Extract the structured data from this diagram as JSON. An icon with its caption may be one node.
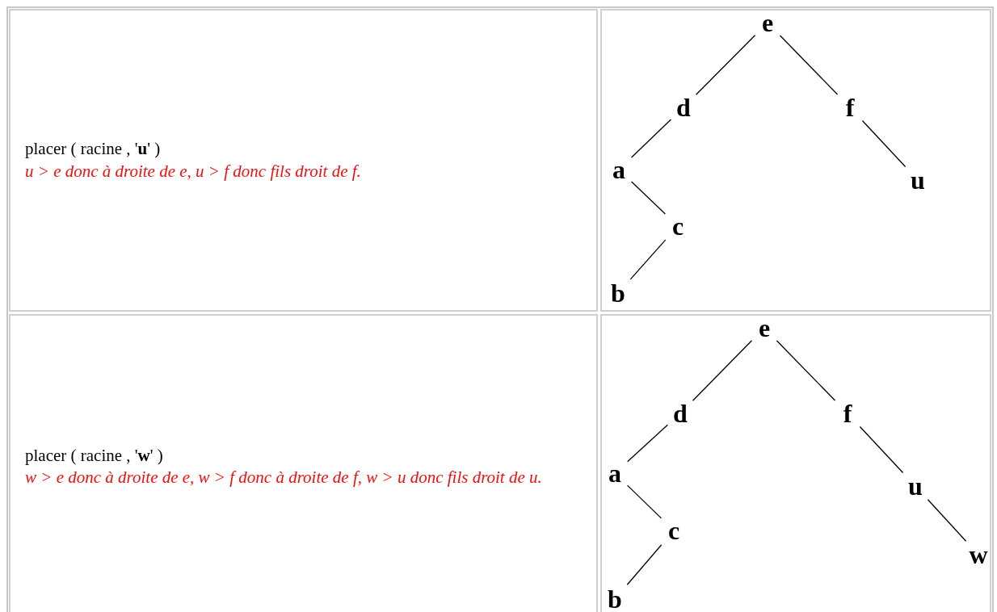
{
  "diagram": {
    "nodes": [
      {
        "text": [
          "e"
        ]
      },
      {
        "text": [
          "d"
        ]
      },
      {
        "text": [
          "f"
        ]
      },
      {
        "text": [
          "a"
        ]
      },
      {
        "text": [
          "u"
        ]
      },
      {
        "text": [
          "c"
        ]
      },
      {
        "text": [
          "b"
        ]
      },
      {
        "text": [
          "e"
        ]
      },
      {
        "text": [
          "d"
        ]
      },
      {
        "text": [
          "f"
        ]
      },
      {
        "text": [
          "a"
        ]
      },
      {
        "text": [
          "u"
        ]
      },
      {
        "text": [
          "c"
        ]
      },
      {
        "text": [
          "w"
        ]
      },
      {
        "text": [
          "b"
        ]
      }
    ],
    "edges": [
      {
        "from": 0,
        "to": 1,
        "arrow": "none"
      },
      {
        "from": 0,
        "to": 2,
        "arrow": "none"
      },
      {
        "from": 1,
        "to": 3,
        "arrow": "none"
      },
      {
        "from": 2,
        "to": 4,
        "arrow": "none"
      },
      {
        "from": 3,
        "to": 5,
        "arrow": "none"
      },
      {
        "from": 5,
        "to": 6,
        "arrow": "none"
      },
      {
        "from": 7,
        "to": 8,
        "arrow": "none"
      },
      {
        "from": 7,
        "to": 9,
        "arrow": "none"
      },
      {
        "from": 8,
        "to": 10,
        "arrow": "none"
      },
      {
        "from": 9,
        "to": 11,
        "arrow": "none"
      },
      {
        "from": 10,
        "to": 12,
        "arrow": "none"
      },
      {
        "from": 11,
        "to": 13,
        "arrow": "none"
      },
      {
        "from": 12,
        "to": 14,
        "arrow": "none"
      }
    ],
    "labels": [
      "placer ( racine , '**u**' )",
      "u > e donc à droite de e, u > f donc fils droit de f.",
      "placer ( racine , '**w**' )",
      "w > e donc à droite de e, w > f donc à droite de f, w > u donc fils droit de u."
    ]
  }
}
